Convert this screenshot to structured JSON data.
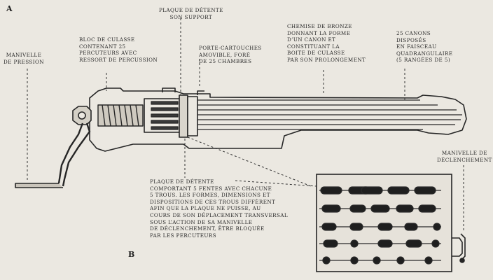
{
  "figure": {
    "label_a": "A",
    "label_b": "B"
  },
  "labels": {
    "manivelle_pression": "MANIVELLE\nDE PRESSION",
    "bloc_culasse": "BLOC DE CULASSE\nCONTENANT 25\nPERCUTEURS AVEC\nRESSORT DE PERCUSSION",
    "plaque_detente_support": "PLAQUE DE DÉTENTE\nSON SUPPORT",
    "porte_cartouches": "PORTE-CARTOUCHES\nAMOVIBLE, FORÉ\nDE 25 CHAMBRES",
    "chemise_bronze": "CHEMISE DE BRONZE\nDONNANT LA FORME\nD’UN CANON ET\nCONSTITUANT LA\nBOITE DE CULASSE\nPAR SON PROLONGEMENT",
    "canons": "25 CANONS\nDISPOSÉS\nEN FAISCEAU\nQUADRANGULAIRE\n(5 RANGÉES DE 5)",
    "manivelle_declenchement": "MANIVELLE DE\nDÉCLENCHEMENT",
    "plaque_detente_description": "PLAQUE DE DÉTENTE\nCOMPORTANT 5 FENTES AVEC CHACUNE\n5 TROUS. LES FORMES, DIMENSIONS ET\nDISPOSITIONS DE CES TROUS DIFFÈRENT\nAFIN QUE LA PLAQUE NE PUISSE, AU\nCOURS DE SON DÉPLACEMENT TRANSVERSAL\nSOUS L’ACTION DE SA MANIVELLE\nDE DÉCLENCHEMENT, ÊTRE BLOQUÉE\nPAR LES PERCUTEURS"
  },
  "colors": {
    "paper": "#ebe8e1",
    "ink": "#2a2a2a"
  }
}
